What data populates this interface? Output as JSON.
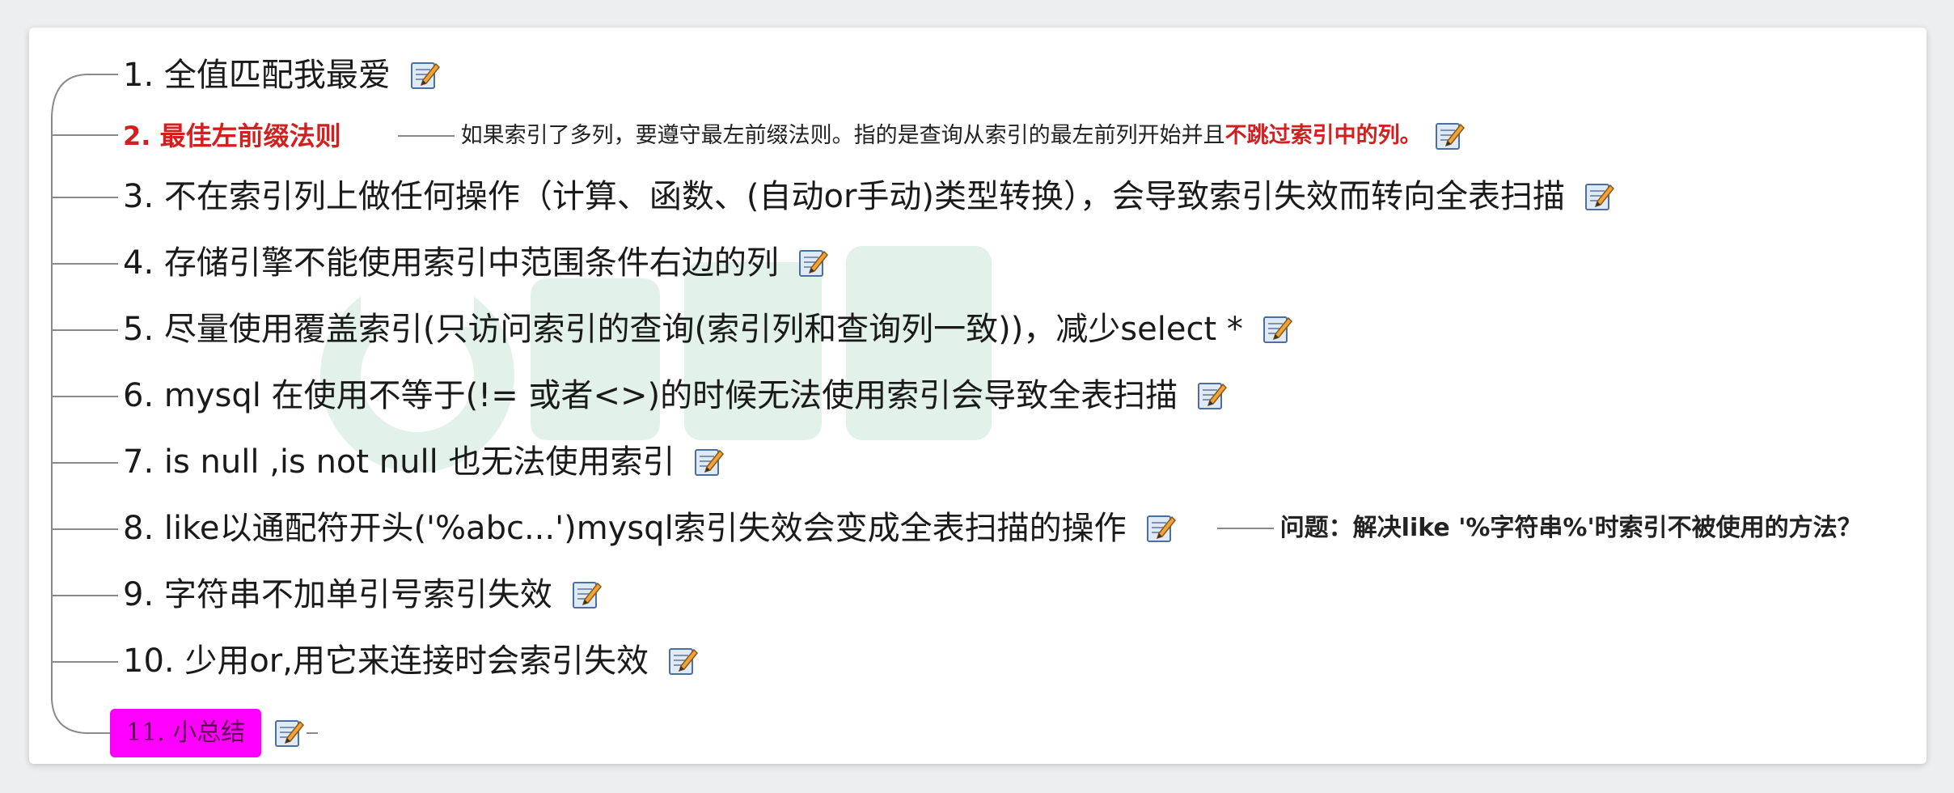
{
  "items": [
    {
      "id": "1",
      "text": "1. 全值匹配我最爱"
    },
    {
      "id": "2",
      "text": "2. 最佳左前缀法则",
      "note_prefix": "如果索引了多列，要遵守最左前缀法则。指的是查询从索引的最左前列开始并且 ",
      "note_highlight": "不跳过索引中的列。"
    },
    {
      "id": "3",
      "text": "3. 不在索引列上做任何操作（计算、函数、(自动or手动)类型转换），会导致索引失效而转向全表扫描"
    },
    {
      "id": "4",
      "text": "4. 存储引擎不能使用索引中范围条件右边的列"
    },
    {
      "id": "5",
      "text": "5. 尽量使用覆盖索引(只访问索引的查询(索引列和查询列一致))，减少select *"
    },
    {
      "id": "6",
      "text": "6. mysql 在使用不等于(!= 或者<>)的时候无法使用索引会导致全表扫描"
    },
    {
      "id": "7",
      "text": "7. is null ,is not null 也无法使用索引"
    },
    {
      "id": "8",
      "text": "8. like以通配符开头('%abc...')mysql索引失效会变成全表扫描的操作",
      "note": "问题：解决like '%字符串%'时索引不被使用的方法？"
    },
    {
      "id": "9",
      "text": "9. 字符串不加单引号索引失效"
    },
    {
      "id": "10",
      "text": "10. 少用or,用它来连接时会索引失效"
    },
    {
      "id": "11",
      "text": "11. 小总结"
    }
  ],
  "icons": {
    "edit": "edit-note-icon"
  },
  "colors": {
    "red": "#d21f1f",
    "summary_bg": "#ff00ff",
    "line": "#8a8a8a"
  }
}
